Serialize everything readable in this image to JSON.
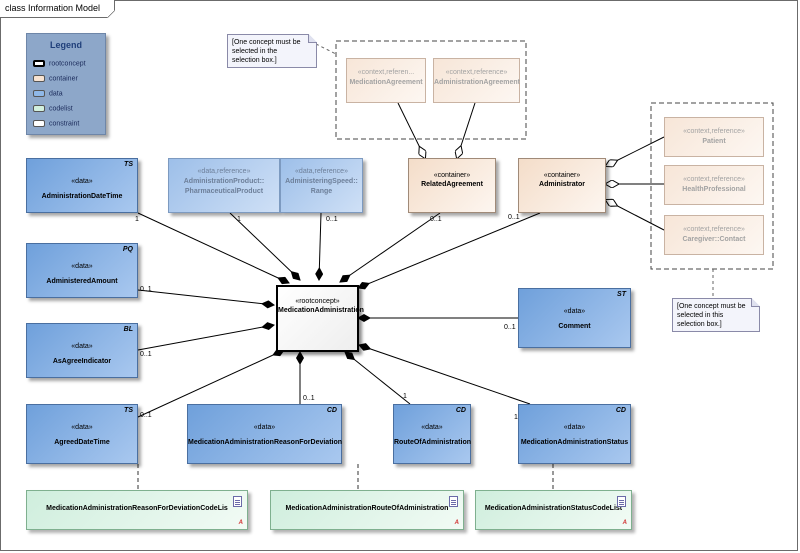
{
  "diagram": {
    "tab_title": "class Information Model"
  },
  "legend": {
    "title": "Legend",
    "items": [
      {
        "label": "rootconcept",
        "color": "#ffffff",
        "border": "#000000"
      },
      {
        "label": "container",
        "color": "#f7e3d2",
        "border": "#a08a78"
      },
      {
        "label": "data",
        "color": "#8fb8e8",
        "border": "#4a6fa0"
      },
      {
        "label": "codelist",
        "color": "#d2f0de",
        "border": "#7fb08f"
      },
      {
        "label": "constraint",
        "color": "#ffffff",
        "border": "#888888"
      }
    ]
  },
  "root": {
    "stereotype": "«rootconcept»",
    "name": "MedicationAdministration"
  },
  "classes": {
    "administration_datetime": {
      "stereotype": "«data»",
      "name": "AdministrationDateTime",
      "type_tag": "TS"
    },
    "administration_product": {
      "stereotype": "«data,reference»",
      "name": "AdministrationProduct::",
      "name2": "PharmaceuticalProduct"
    },
    "administering_speed": {
      "stereotype": "«data,reference»",
      "name": "AdministeringSpeed::",
      "name2": "Range"
    },
    "administered_amount": {
      "stereotype": "«data»",
      "name": "AdministeredAmount",
      "type_tag": "PQ"
    },
    "as_agree_indicator": {
      "stereotype": "«data»",
      "name": "AsAgreeIndicator",
      "type_tag": "BL"
    },
    "agreed_datetime": {
      "stereotype": "«data»",
      "name": "AgreedDateTime",
      "type_tag": "TS"
    },
    "reason_for_deviation": {
      "stereotype": "«data»",
      "name": "MedicationAdministrationReasonForDeviation",
      "type_tag": "CD"
    },
    "route_of_administration": {
      "stereotype": "«data»",
      "name": "RouteOfAdministration",
      "type_tag": "CD"
    },
    "administration_status": {
      "stereotype": "«data»",
      "name": "MedicationAdministrationStatus",
      "type_tag": "CD"
    },
    "comment": {
      "stereotype": "«data»",
      "name": "Comment",
      "type_tag": "ST"
    }
  },
  "containers": {
    "related_agreement": {
      "stereotype": "«container»",
      "name": "RelatedAgreement"
    },
    "administrator": {
      "stereotype": "«container»",
      "name": "Administrator"
    }
  },
  "references": {
    "medication_agreement": {
      "stereotype": "«context,referen...",
      "name": "MedicationAgreement"
    },
    "administration_agreement": {
      "stereotype": "«context,reference»",
      "name": "AdministrationAgreement"
    },
    "patient": {
      "stereotype": "«context,reference»",
      "name": "Patient"
    },
    "health_professional": {
      "stereotype": "«context,reference»",
      "name": "HealthProfessional"
    },
    "caregiver_contact": {
      "stereotype": "«context,reference»",
      "name": "Caregiver::Contact"
    }
  },
  "codelists": {
    "reason_codelist": {
      "name": "MedicationAdministrationReasonForDeviationCodeLis"
    },
    "route_codelist": {
      "name": "MedicationAdministrationRouteOfAdministration"
    },
    "status_codelist": {
      "name": "MedicationAdministrationStatusCodeList"
    }
  },
  "notes": {
    "agreement_note": "[One concept must be selected in the selection box.]",
    "administrator_note": "[One concept must be selected in this selection box.]"
  },
  "multiplicities": {
    "administration_datetime": "1",
    "administration_product": "1",
    "administering_speed": "0..1",
    "related_agreement": "0..1",
    "administrator": "0..1",
    "administered_amount": "0..1",
    "as_agree_indicator": "0..1",
    "agreed_datetime": "0..1",
    "reason_for_deviation": "0..1",
    "route_of_administration": "1",
    "administration_status": "1",
    "comment": "0..1"
  }
}
